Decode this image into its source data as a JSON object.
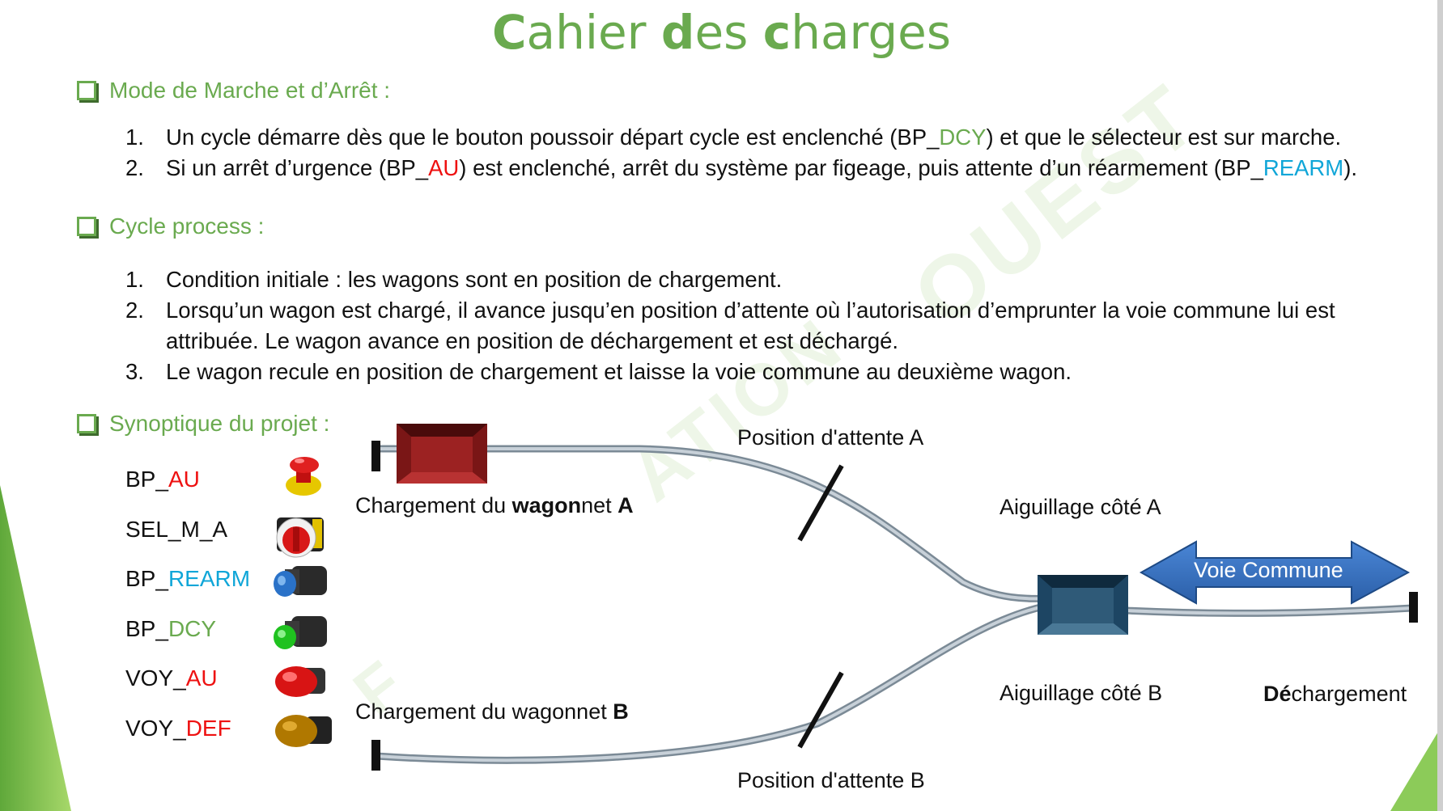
{
  "title": {
    "c1": "C",
    "p1": "ahier ",
    "c2": "d",
    "p2": "es ",
    "c3": "c",
    "p3": "harges"
  },
  "sections": {
    "s1": "Mode de Marche et d’Arrêt :",
    "s2": "Cycle process :",
    "s3": "Synoptique du projet :"
  },
  "mode_list": [
    {
      "num": "1.",
      "a": "Un cycle démarre dès que le bouton poussoir départ cycle est enclenché (BP_",
      "b": "DCY",
      "c": ") et que le sélecteur est sur marche."
    },
    {
      "num": "2.",
      "a": "Si un arrêt d’urgence (BP_",
      "b": "AU",
      "c": ") est enclenché, arrêt du système par figeage, puis attente d’un réarmement (BP_",
      "d": "REARM",
      "e": ")."
    }
  ],
  "cycle_list": [
    {
      "num": "1.",
      "text": "Condition initiale : les wagons sont en position de chargement."
    },
    {
      "num": "2.",
      "text": "Lorsqu’un wagon est chargé, il avance jusqu’en position d’attente où l’autorisation d’emprunter la voie commune lui est attribuée. Le wagon avance en position de déchargement et est déchargé."
    },
    {
      "num": "3.",
      "text": "Le wagon recule en position de chargement et laisse la voie commune au deuxième wagon."
    }
  ],
  "legend": [
    {
      "prefix": "BP_",
      "suffix": "AU",
      "color": "#e11",
      "icon": "emergency-stop-icon"
    },
    {
      "prefix": "SEL_M_A",
      "suffix": "",
      "color": "#111",
      "icon": "selector-switch-icon"
    },
    {
      "prefix": "BP_",
      "suffix": "REARM",
      "color": "#10a6d8",
      "icon": "blue-pushbutton-icon"
    },
    {
      "prefix": "BP_",
      "suffix": "DCY",
      "color": "#6aaa4f",
      "icon": "green-pushbutton-icon"
    },
    {
      "prefix": "VOY_",
      "suffix": "AU",
      "color": "#e11",
      "icon": "red-indicator-light-icon"
    },
    {
      "prefix": "VOY_",
      "suffix": "DEF",
      "color": "#e11",
      "icon": "amber-indicator-light-icon"
    }
  ],
  "diagram": {
    "wait_a": "Position d'attente A",
    "wait_b": "Position d'attente B",
    "load_a_pre": "Chargement du ",
    "load_a_bold": "wagon",
    "load_a_post": "net ",
    "load_a_letter": "A",
    "load_b_pre": "Chargement du wagonnet ",
    "load_b_letter": "B",
    "switch_a": "Aiguillage côté A",
    "switch_b": "Aiguillage côté B",
    "common_track": "Voie Commune",
    "unload_bold": "Dé",
    "unload_rest": "chargement"
  },
  "watermark": {
    "w1": "OUEST",
    "w2": "ATION",
    "w3": "F"
  },
  "colors": {
    "accent": "#6aaa4f",
    "red": "#e11",
    "cyan": "#10a6d8",
    "wagon_a": "#8b1c1c",
    "wagon_b": "#2f5a78",
    "arrow": "#3a74c4"
  }
}
